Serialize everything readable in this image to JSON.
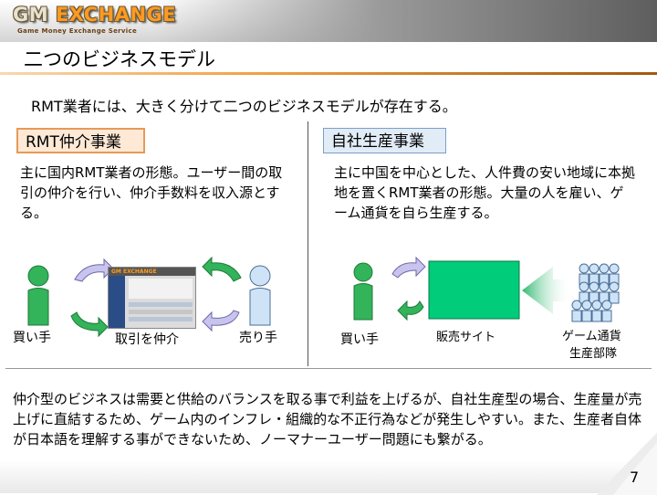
{
  "header": {
    "logo_prefix": "GM ",
    "logo_accent": "EXCHANGE",
    "tagline": "Game Money Exchange Service",
    "title": "二つのビジネスモデル"
  },
  "intro": "RMT業者には、大きく分けて二つのビジネスモデルが存在する。",
  "left": {
    "tag": "RMT仲介事業",
    "desc": "主に国内RMT業者の形態。ユーザー間の取引の仲介を行い、仲介手数料を収入源とする。",
    "buyer": "買い手",
    "broker": "取引を仲介",
    "seller": "売り手",
    "site_logo": "GM EXCHANGE"
  },
  "right": {
    "tag": "自社生産事業",
    "desc": "主に中国を中心とした、人件費の安い地域に本拠地を置くRMT業者の形態。大量の人を雇い、ゲーム通貨を自ら生産する。",
    "buyer": "買い手",
    "site": "販売サイト",
    "producer_line1": "ゲーム通貨",
    "producer_line2": "生産部隊"
  },
  "closing": "仲介型のビジネスは需要と供給のバランスを取る事で利益を上げるが、自社生産型の場合、生産量が売上げに直結するため、ゲーム内のインフレ・組織的な不正行為などが発生しやすい。また、生産者自体が日本語を理解する事ができないため、ノーマナーユーザー問題にも繋がる。",
  "page_number": "7",
  "colors": {
    "person_green": "#33b35a",
    "person_blue": "#cfe3f7",
    "site_green": "#00cc7a",
    "arrow_lavender": "#c9c4ee",
    "accent_orange": "#ff9a1f"
  }
}
